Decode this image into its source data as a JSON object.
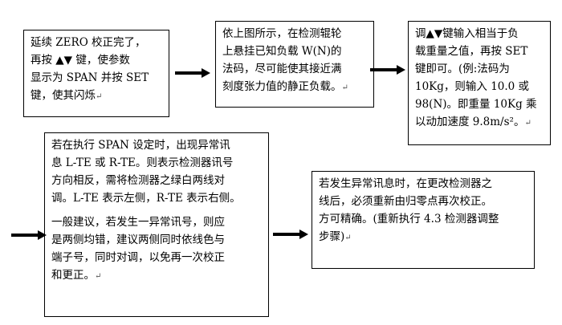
{
  "steps": [
    {
      "id": "step-1",
      "paragraphs": [
        "延续 ZERO 校正完了，\n再按 ▲▼ 键，使参数\n显示为 SPAN 并按 SET\n键，使其闪烁"
      ]
    },
    {
      "id": "step-2",
      "paragraphs": [
        "依上图所示，在检测辊轮\n上悬挂已知负载 W(N)的\n法码，尽可能使其接近满\n刻度张力值的静正负载。"
      ]
    },
    {
      "id": "step-3",
      "paragraphs": [
        "调▲▼键输入相当于负\n载重量之值，再按 SET\n键即可。(例:法码为\n10Kg，则输入 10.0 或\n98(N)。即重量 10Kg 乘\n以动加速度 9.8m/s²。"
      ]
    },
    {
      "id": "step-4",
      "paragraphs": [
        "若在执行 SPAN 设定时，出现异常讯\n息 L-TE 或 R-TE。则表示检测器讯号\n方向相反，需将检测器之绿白两线对\n调。L-TE 表示左侧，R-TE 表示右侧。",
        "一般建议，若发生一异常讯号，则应\n是两侧均错，建议两侧同时依线色与\n端子号，同时对调，以免再一次校正\n和更正。"
      ]
    },
    {
      "id": "step-5",
      "paragraphs": [
        "若发生异常讯息时，在更改检测器之\n线后，必须重新由归零点再次校正。\n方可精确。(重新执行 4.3 检测器调整\n步骤)"
      ]
    }
  ],
  "paragraph_mark": "↵",
  "colors": {
    "border": "#000000",
    "arrow": "#000000",
    "background": "#ffffff"
  }
}
